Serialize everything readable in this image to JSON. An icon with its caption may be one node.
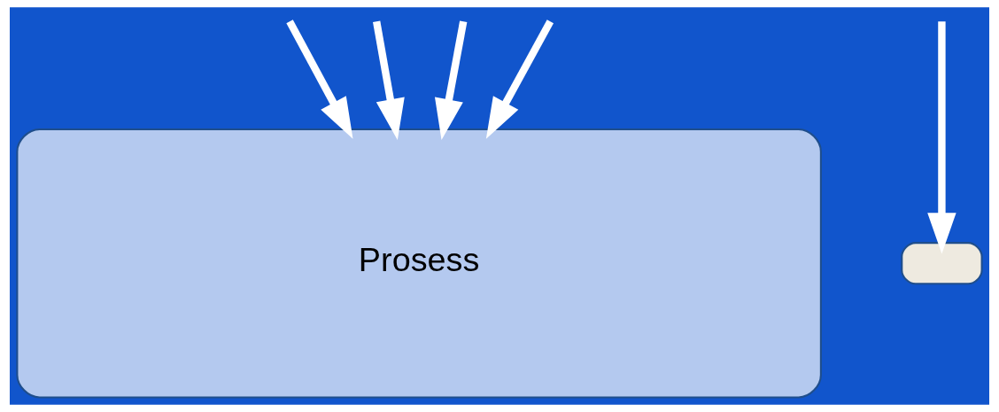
{
  "diagram": {
    "nodes": [
      {
        "text": [
          "Prosess"
        ]
      },
      {
        "text": [],
        "shape": "box"
      }
    ],
    "edges": [
      {
        "from": null,
        "to": 0,
        "arrow": "to"
      },
      {
        "from": null,
        "to": 0,
        "arrow": "to"
      },
      {
        "from": null,
        "to": 0,
        "arrow": "to"
      },
      {
        "from": null,
        "to": 0,
        "arrow": "to"
      },
      {
        "from": null,
        "to": 1,
        "arrow": "to"
      }
    ]
  }
}
